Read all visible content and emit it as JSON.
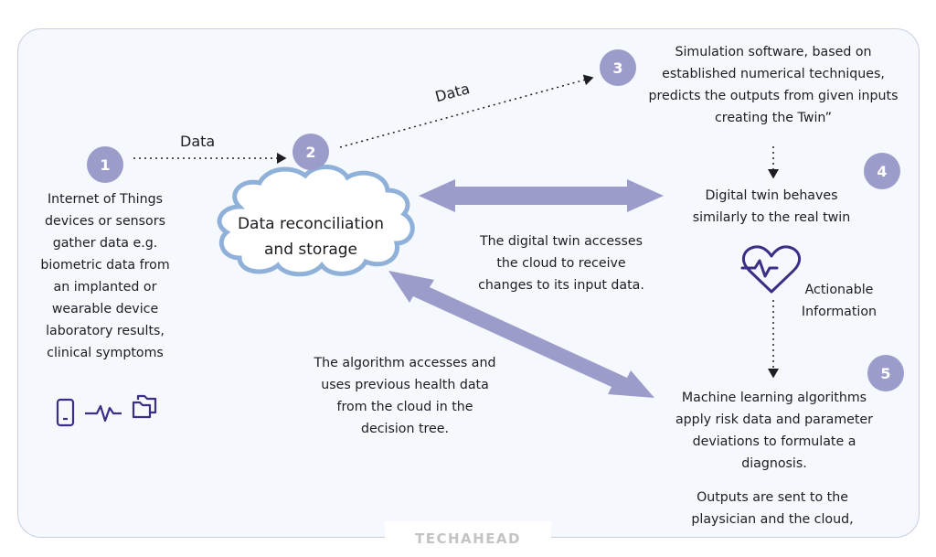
{
  "colors": {
    "badge": "#9c9ccb",
    "arrow": "#9c9ccb",
    "cloud_border": "#8fb0d9",
    "heart": "#3b2e86",
    "icon": "#3b2e86"
  },
  "badges": [
    "1",
    "2",
    "3",
    "4",
    "5"
  ],
  "labels": {
    "data_1": "Data",
    "data_2": "Data"
  },
  "cloud": {
    "line1": "Data reconciliation",
    "line2": "and storage"
  },
  "step1": {
    "lines": [
      "Internet of Things",
      "devices or sensors",
      "gather data e.g.",
      "biometric data from",
      "an implanted or",
      "wearable device",
      "laboratory results,",
      "clinical symptoms"
    ]
  },
  "step3": {
    "lines": [
      "Simulation software, based on",
      "established numerical techniques,",
      "predicts the outputs from given inputs",
      "creating the Twin”"
    ]
  },
  "step4": {
    "lines": [
      "Digital twin behaves",
      "similarly to the real twin"
    ]
  },
  "twin_access": {
    "lines": [
      "The digital twin accesses",
      "the cloud to receive",
      "changes to its input data."
    ]
  },
  "actionable": {
    "lines": [
      "Actionable",
      "Information"
    ]
  },
  "algorithm": {
    "lines": [
      "The algorithm accesses and",
      "uses previous health data",
      "from the cloud in the",
      "decision tree."
    ]
  },
  "step5": {
    "lines": [
      "Machine learning algorithms",
      "apply risk data and parameter",
      "deviations to formulate a",
      "diagnosis."
    ]
  },
  "outputs": {
    "lines": [
      "Outputs are sent to the",
      "playsician and the cloud,"
    ]
  },
  "icons": [
    "phone-icon",
    "pulse-icon",
    "folders-icon",
    "heart-pulse-icon"
  ],
  "watermark": "TECHAHEAD"
}
